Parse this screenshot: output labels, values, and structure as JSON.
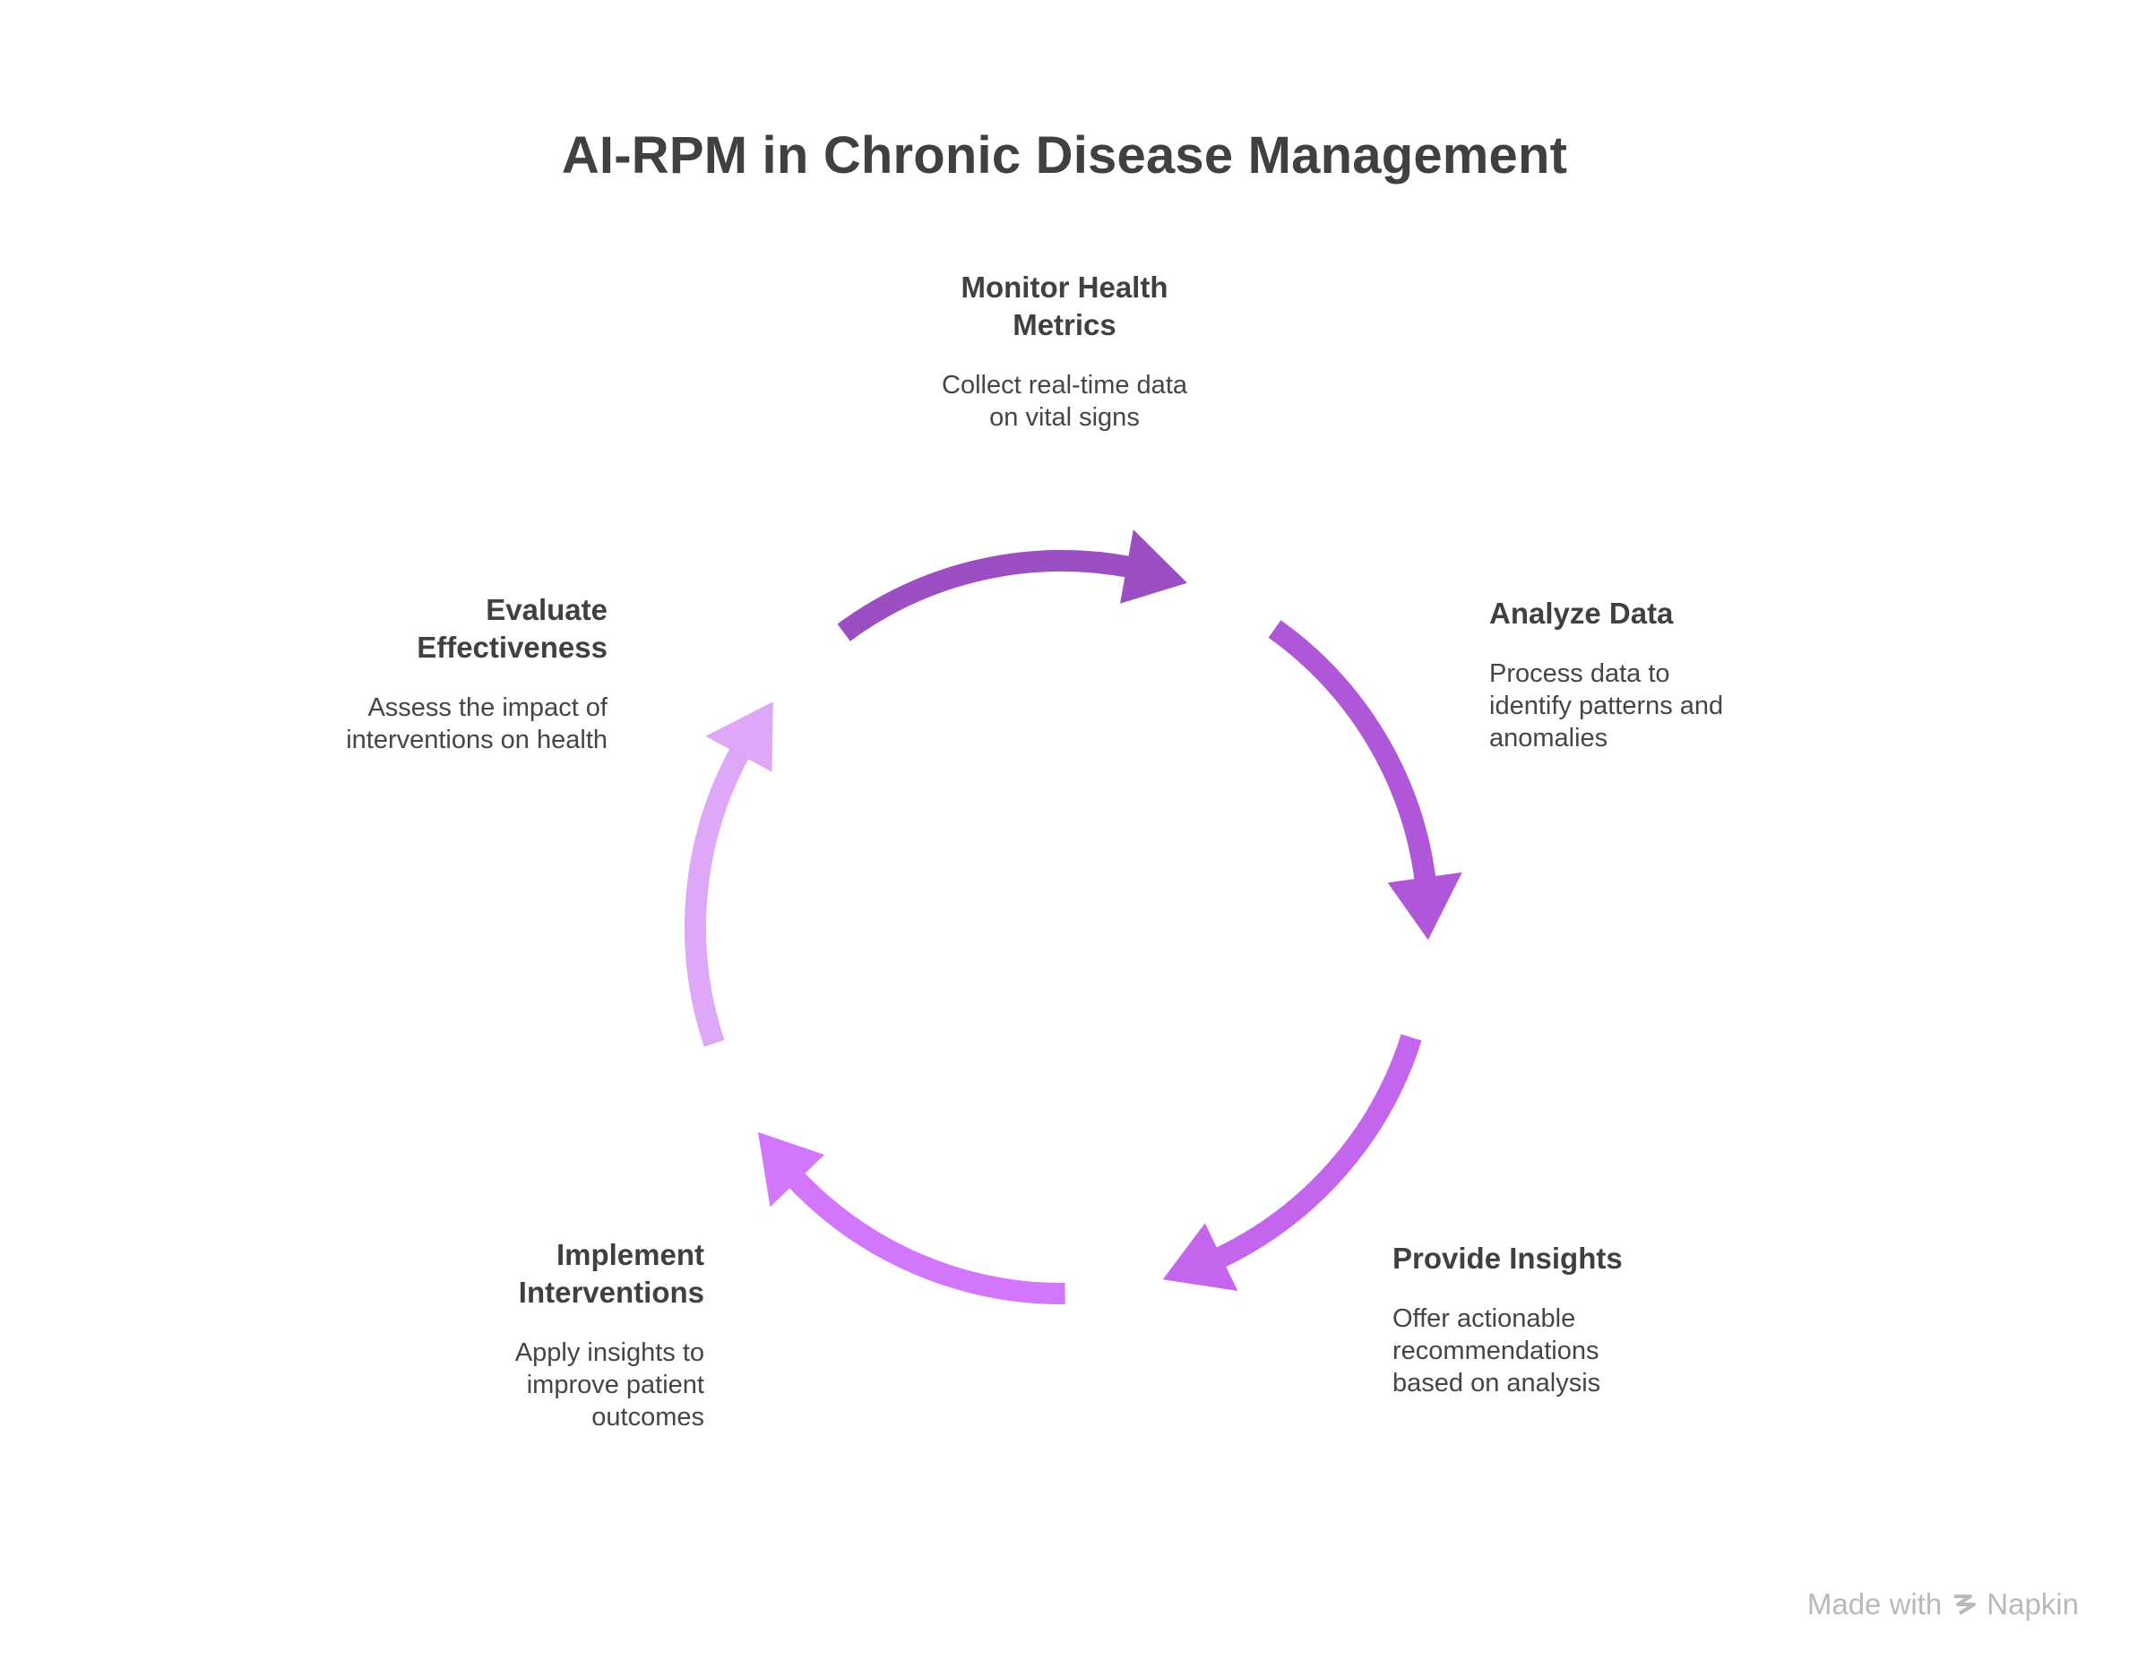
{
  "title": "AI-RPM in Chronic Disease Management",
  "steps": [
    {
      "title_lines": [
        "Monitor Health",
        "Metrics"
      ],
      "desc_lines": [
        "Collect real-time data",
        "on vital signs"
      ],
      "color": "#9b4fc2"
    },
    {
      "title_lines": [
        "Analyze Data"
      ],
      "desc_lines": [
        "Process data to",
        "identify patterns and",
        "anomalies"
      ],
      "color": "#b057d9"
    },
    {
      "title_lines": [
        "Provide Insights"
      ],
      "desc_lines": [
        "Offer actionable",
        "recommendations",
        "based on analysis"
      ],
      "color": "#c465ee"
    },
    {
      "title_lines": [
        "Implement",
        "Interventions"
      ],
      "desc_lines": [
        "Apply insights to",
        "improve patient",
        "outcomes"
      ],
      "color": "#d277fb"
    },
    {
      "title_lines": [
        "Evaluate",
        "Effectiveness"
      ],
      "desc_lines": [
        "Assess the impact of",
        "interventions on health"
      ],
      "color": "#dfa7f7"
    }
  ],
  "footer": {
    "made_with": "Made with",
    "brand": "Napkin"
  }
}
